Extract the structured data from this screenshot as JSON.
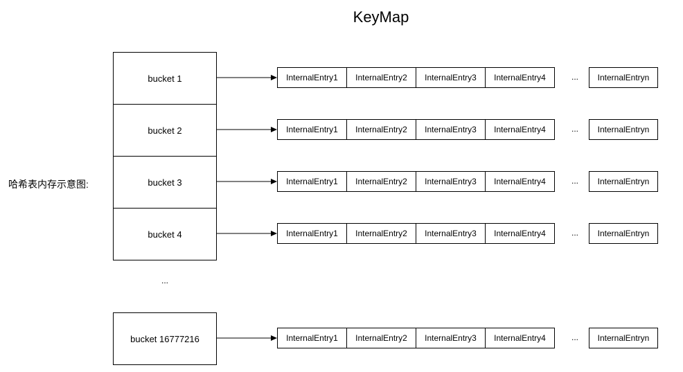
{
  "title": "KeyMap",
  "side_label": "哈希表内存示意图:",
  "buckets_ellipsis": "...",
  "entries_ellipsis": "...",
  "rows": [
    {
      "bucket": "bucket 1",
      "entries": [
        "InternalEntry1",
        "InternalEntry2",
        "InternalEntry3",
        "InternalEntry4"
      ],
      "last_entry": "InternalEntryn"
    },
    {
      "bucket": "bucket 2",
      "entries": [
        "InternalEntry1",
        "InternalEntry2",
        "InternalEntry3",
        "InternalEntry4"
      ],
      "last_entry": "InternalEntryn"
    },
    {
      "bucket": "bucket 3",
      "entries": [
        "InternalEntry1",
        "InternalEntry2",
        "InternalEntry3",
        "InternalEntry4"
      ],
      "last_entry": "InternalEntryn"
    },
    {
      "bucket": "bucket 4",
      "entries": [
        "InternalEntry1",
        "InternalEntry2",
        "InternalEntry3",
        "InternalEntry4"
      ],
      "last_entry": "InternalEntryn"
    },
    {
      "bucket": "bucket 16777216",
      "entries": [
        "InternalEntry1",
        "InternalEntry2",
        "InternalEntry3",
        "InternalEntry4"
      ],
      "last_entry": "InternalEntryn"
    }
  ]
}
